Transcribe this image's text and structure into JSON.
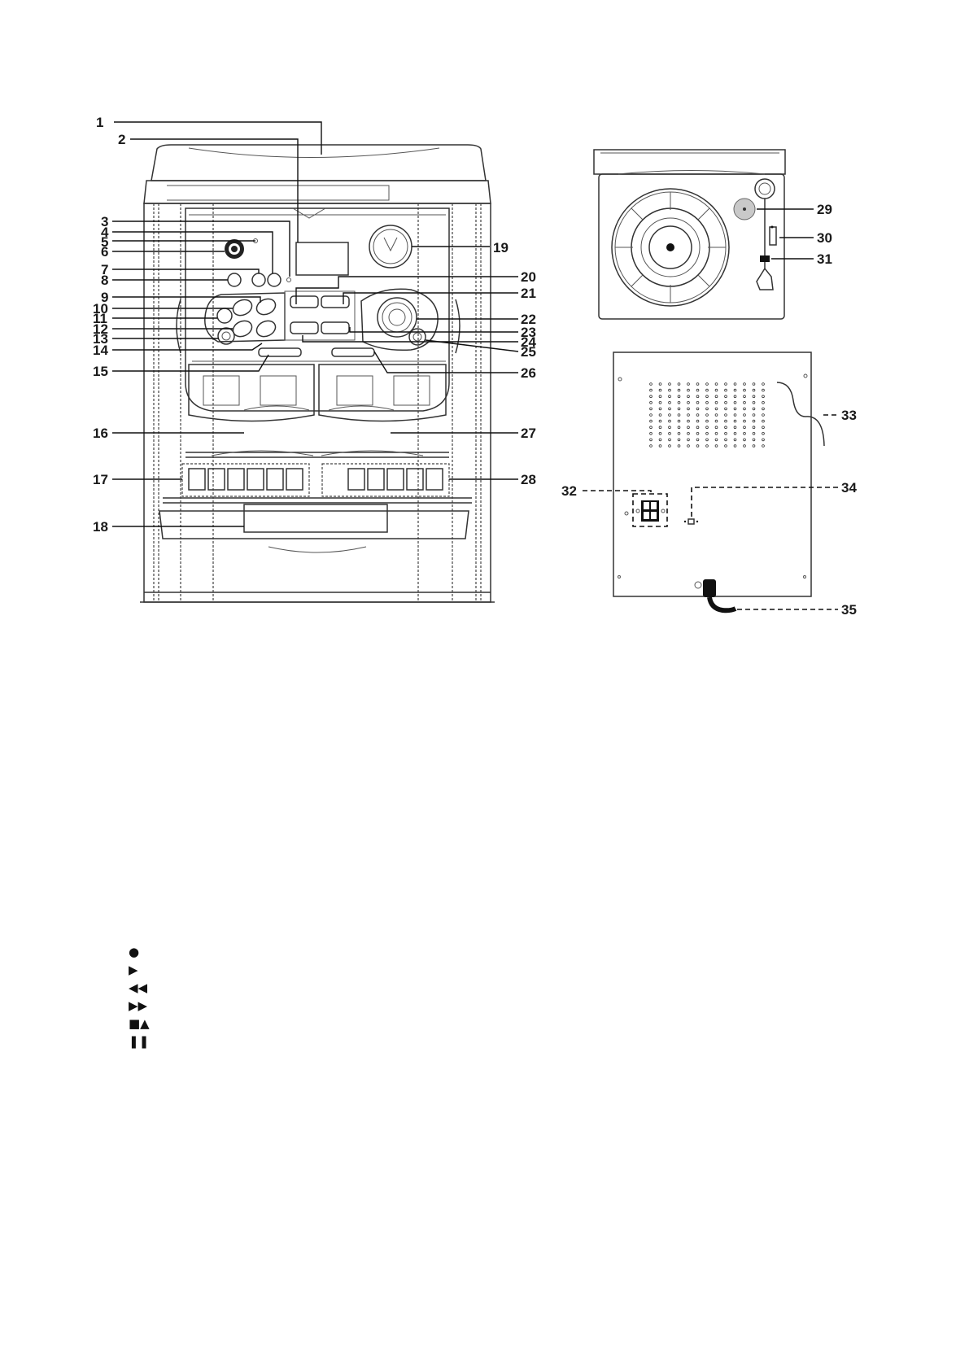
{
  "callouts": {
    "front": [
      "1",
      "2",
      "3",
      "4",
      "5",
      "6",
      "7",
      "8",
      "9",
      "10",
      "11",
      "12",
      "13",
      "14",
      "15",
      "16",
      "17",
      "18",
      "19",
      "20",
      "21",
      "22",
      "23",
      "24",
      "25",
      "26",
      "27",
      "28"
    ],
    "turntable": [
      "29",
      "30",
      "31"
    ],
    "rear": [
      "32",
      "33",
      "34",
      "35"
    ]
  },
  "legend_symbols": {
    "record": "●",
    "play": "▶",
    "rewind": "◀◀",
    "fast_forward": "▶▶",
    "stop_eject": "■▲",
    "pause": "❚❚"
  },
  "colors": {
    "line": "#111111",
    "body": "#333333",
    "background": "#ffffff"
  }
}
